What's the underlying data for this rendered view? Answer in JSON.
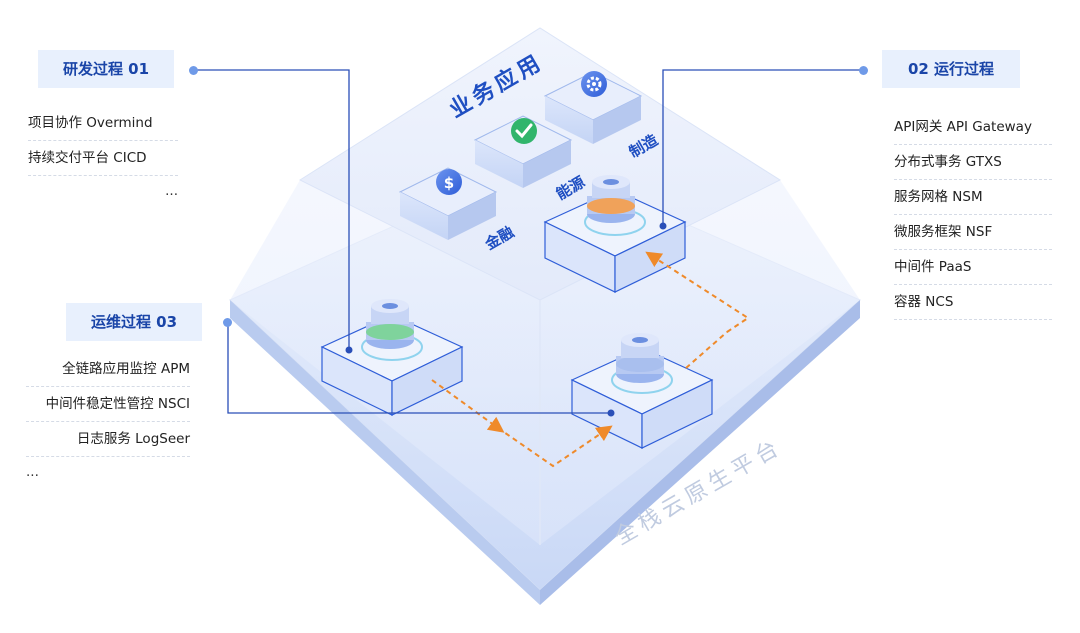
{
  "processes": {
    "dev": {
      "title": "研发过程  01",
      "items": [
        "项目协作  Overmind",
        "持续交付平台  CICD"
      ],
      "more": "..."
    },
    "run": {
      "title": "02  运行过程",
      "items": [
        "API网关  API Gateway",
        "分布式事务  GTXS",
        "服务网格  NSM",
        "微服务框架  NSF",
        "中间件  PaaS",
        "容器  NCS"
      ]
    },
    "ops": {
      "title": "运维过程  03",
      "items": [
        "全链路应用监控  APM",
        "中间件稳定性管控  NSCI",
        "日志服务  LogSeer"
      ],
      "more": "..."
    }
  },
  "business": {
    "title": "业务应用",
    "finance": "金融",
    "energy": "能源",
    "manufacturing": "制造"
  },
  "platform": {
    "title": "全栈云原生平台"
  },
  "colors": {
    "accent": "#2f5ed8",
    "label_bg": "#e8f0fd",
    "flow_arrow": "#ef8a2a",
    "connector": "#2a4fb8"
  }
}
